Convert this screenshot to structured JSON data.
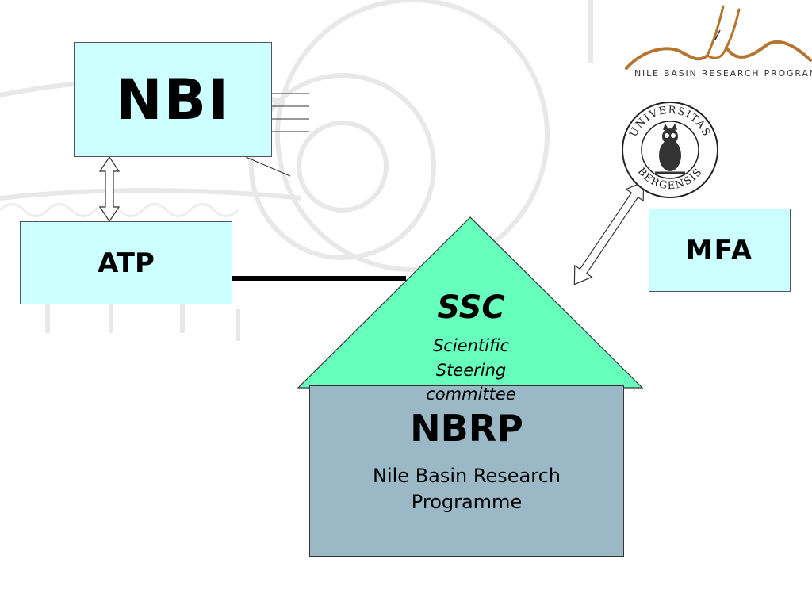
{
  "nodes": {
    "nbi": {
      "label": "NBI"
    },
    "atp": {
      "label": "ATP"
    },
    "mfa": {
      "label": "MFA"
    },
    "ssc": {
      "label": "SSC",
      "subtitle_lines": [
        "Scientific",
        "Steering",
        "committee"
      ]
    },
    "nbrp": {
      "label": "NBRP",
      "subtitle_lines": [
        "Nile Basin Research",
        "Programme"
      ]
    }
  },
  "branding": {
    "programme_logo_caption": "NILE BASIN RESEARCH PROGRAMME",
    "seal_text_top": "UNIVERSITAS",
    "seal_text_bottom": "BERGENSIS"
  },
  "colors": {
    "box_fill": "#ccffff",
    "roof_fill": "#66ffbb",
    "house_fill": "#9bb8c6",
    "logo_brown": "#b5742f"
  },
  "icons": {
    "ornament": "ionic-column-watermark-icon",
    "logo": "nile-river-logo-icon",
    "seal": "university-of-bergen-seal-icon"
  }
}
